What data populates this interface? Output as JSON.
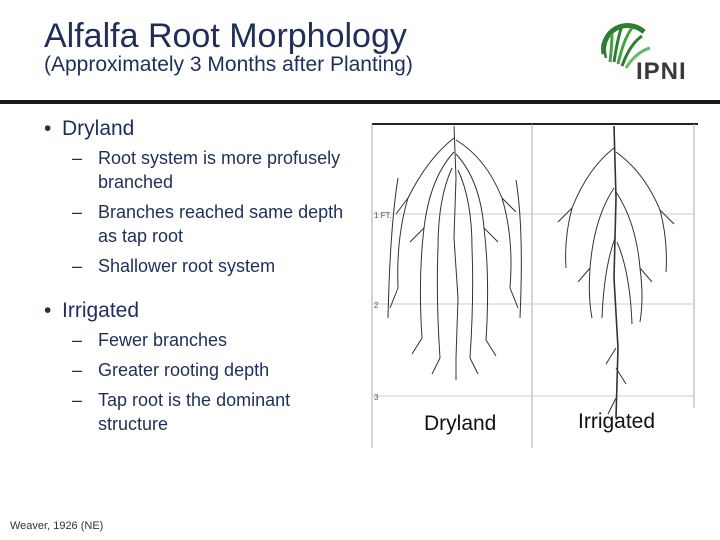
{
  "slide": {
    "title": "Alfalfa Root Morphology",
    "subtitle": "(Approximately 3 Months after Planting)",
    "logo": {
      "text": "IPNI",
      "icon": "ipni-logo-icon"
    },
    "bullets": [
      {
        "label": "Dryland",
        "items": [
          "Root system is more profusely branched",
          "Branches reached same depth as tap root",
          "Shallower root system"
        ]
      },
      {
        "label": "Irrigated",
        "items": [
          "Fewer branches",
          "Greater rooting depth",
          "Tap root is the dominant structure"
        ]
      }
    ],
    "figure": {
      "depth_labels": [
        "1 FT.",
        "2",
        "3"
      ],
      "caption_dryland": "Dryland",
      "caption_irrigated": "Irrigated"
    },
    "credit": "Weaver, 1926 (NE)",
    "colors": {
      "title": "#1f2f5a",
      "logo_green": "#2e7d32",
      "divider": "#1a1a1a"
    }
  }
}
